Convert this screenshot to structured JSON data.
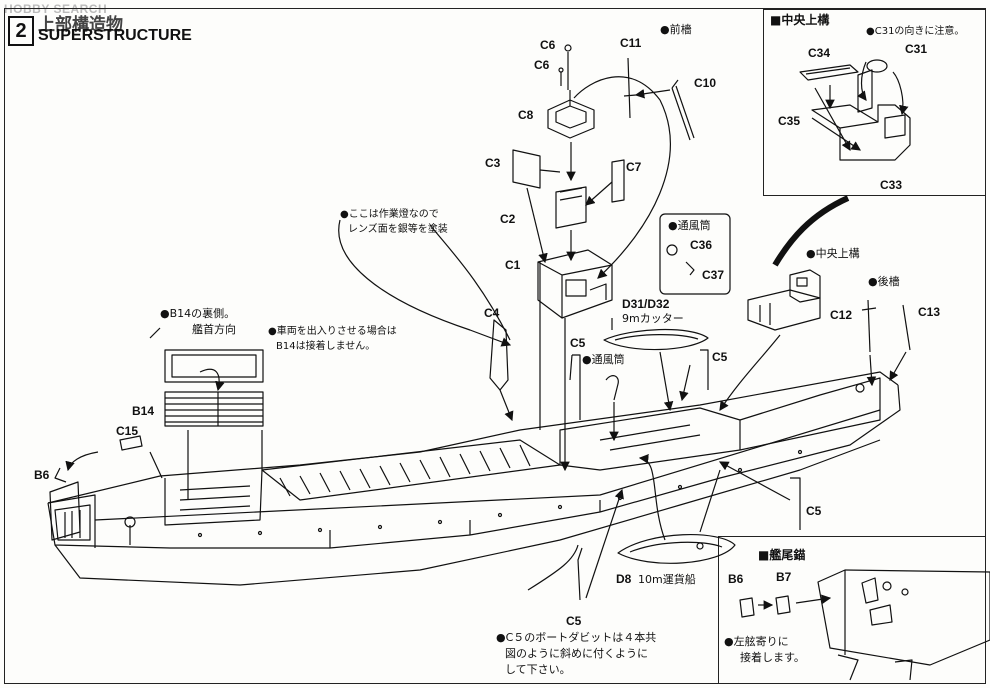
{
  "watermark": "HOBBY SEARCH",
  "step": {
    "number": "2",
    "title_jp": "上部構造物",
    "title_en": "SUPERSTRUCTURE"
  },
  "parts": {
    "C6a": "C6",
    "C6b": "C6",
    "C8": "C8",
    "C11": "C11",
    "C10": "C10",
    "C3": "C3",
    "C7": "C7",
    "C2": "C2",
    "C1": "C1",
    "C4": "C4",
    "C5a": "C5",
    "C5b": "C5",
    "C5c": "C5",
    "C5d": "C5",
    "C36": "C36",
    "C37": "C37",
    "C12": "C12",
    "C13": "C13",
    "B14": "B14",
    "C15": "C15",
    "B6": "B6",
    "D31D32": "D31/D32",
    "D31D32_desc": "9mカッター",
    "D8": "D8",
    "D8_desc": "10m運貨船"
  },
  "labels": {
    "fore_mast": "●前檣",
    "center_bridge": "●中央上構",
    "aft_mast": "●後檣",
    "vent_1": "●通風筒",
    "vent_2": "●通風筒",
    "bow_dir": "艦首方向",
    "b14_back": "●B14の裏側。"
  },
  "notes": {
    "lens": [
      "●ここは作業燈なので",
      "レンズ面を銀等を塗装"
    ],
    "vehicle": [
      "●車両を出入りさせる場合は",
      "B14は接着しません。"
    ],
    "davit": [
      "●C５のボートダビットは４本共",
      "図のように斜めに付くように",
      "して下さい。"
    ]
  },
  "inset_top": {
    "title": "■中央上構",
    "note": "●C31の向きに注意。",
    "parts": {
      "C34": "C34",
      "C31": "C31",
      "C35": "C35",
      "C33": "C33"
    }
  },
  "inset_bottom": {
    "title": "■艦尾錨",
    "parts": {
      "B6": "B6",
      "B7": "B7"
    },
    "note": [
      "●左舷寄りに",
      "接着します。"
    ]
  },
  "colors": {
    "ink": "#111111",
    "paper": "#fdfdfb",
    "watermark": "#bbbbbb"
  }
}
